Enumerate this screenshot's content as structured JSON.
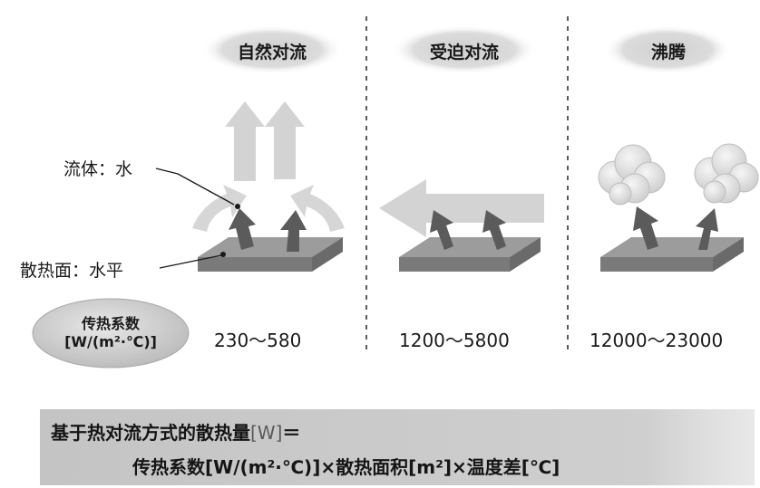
{
  "columns": [
    {
      "heading": "自然对流",
      "range": "230～580"
    },
    {
      "heading": "受迫对流",
      "range": "1200～5800"
    },
    {
      "heading": "沸腾",
      "range": "12000～23000"
    }
  ],
  "callouts": {
    "fluid": "流体：水",
    "surface": "散热面：水平"
  },
  "coefficient": {
    "title": "传热系数",
    "unit": "[W/(m²·℃)]"
  },
  "formula": {
    "line1_text": "基于热对流方式的散热量",
    "line1_unit": "[W]",
    "line1_eq": "＝",
    "line2": "传热系数[W/(m²·℃)]×散热面积[m²]×温度差[℃]"
  },
  "colors": {
    "plate_top": "#9c9c9c",
    "plate_side": "#6f6f6f",
    "arrow_dark": "#5b5b5b",
    "arrow_light": "#d3d3d3",
    "formula_band": "#c9c9c9",
    "label_glow": "#d6d6d6"
  }
}
